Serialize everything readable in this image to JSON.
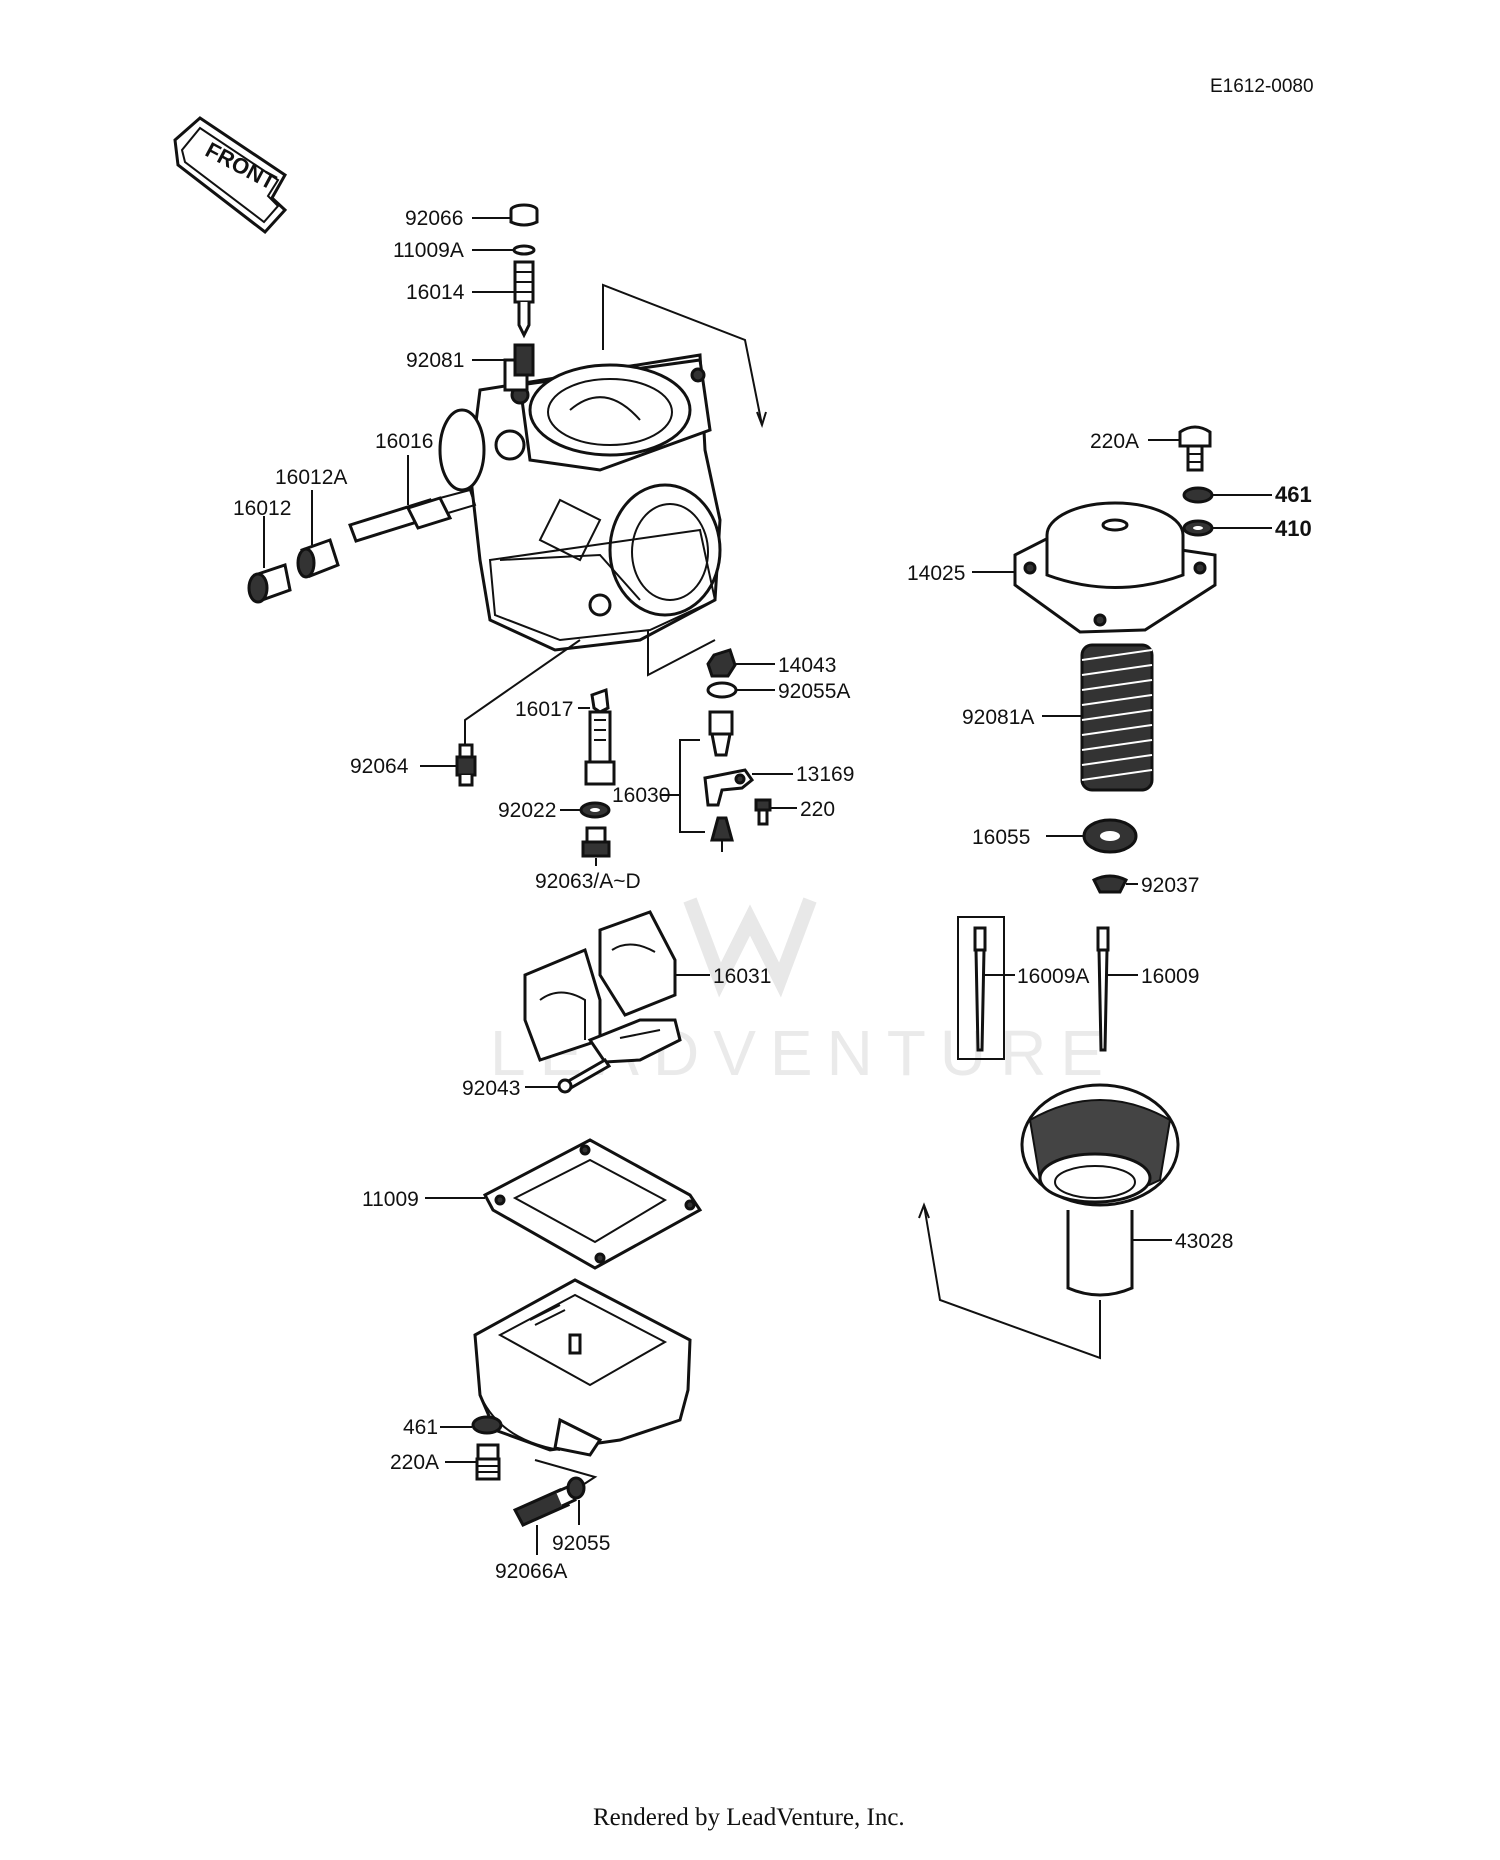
{
  "diagram_code": "E1612-0080",
  "front_label": "FRONT",
  "watermark": "LEADVENTURE",
  "footer": "Rendered by LeadVenture, Inc.",
  "labels": {
    "p92066": "92066",
    "p11009A": "11009A",
    "p16014": "16014",
    "p92081": "92081",
    "p16016": "16016",
    "p16012A": "16012A",
    "p16012": "16012",
    "p220A_top": "220A",
    "p461_top": "461",
    "p410": "410",
    "p14025": "14025",
    "p14043": "14043",
    "p92055A": "92055A",
    "p16017": "16017",
    "p92064": "92064",
    "p13169": "13169",
    "p16030": "16030",
    "p220": "220",
    "p92022": "92022",
    "p92063": "92063/A~D",
    "p92081A": "92081A",
    "p16055": "16055",
    "p92037": "92037",
    "p16031": "16031",
    "p16009A": "16009A",
    "p16009": "16009",
    "p92043": "92043",
    "p11009": "11009",
    "p43028": "43028",
    "p461_bot": "461",
    "p220A_bot": "220A",
    "p92055": "92055",
    "p92066A": "92066A"
  }
}
